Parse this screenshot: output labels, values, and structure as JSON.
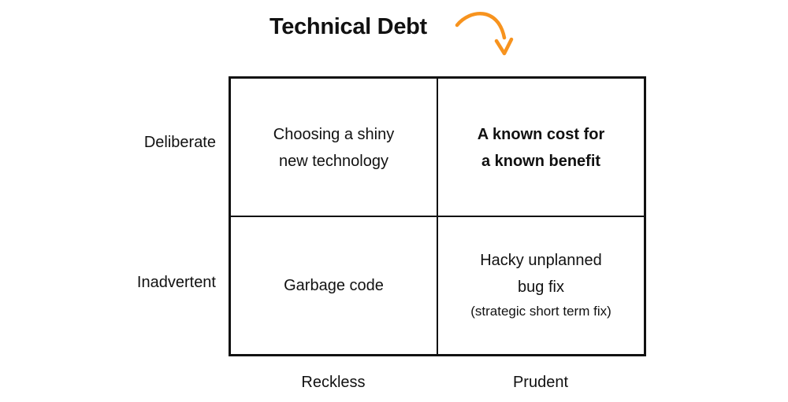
{
  "title": "Technical Debt",
  "accent_color": "#F7931E",
  "icons": {
    "arrow": "curved-arrow-down-icon"
  },
  "rows": [
    "Deliberate",
    "Inadvertent"
  ],
  "columns": [
    "Reckless",
    "Prudent"
  ],
  "quadrants": {
    "deliberate_reckless": {
      "lines": [
        "Choosing a shiny",
        "new technology"
      ]
    },
    "deliberate_prudent": {
      "lines": [
        "A known cost for",
        "a known benefit"
      ],
      "emphasis": "bold"
    },
    "inadvertent_reckless": {
      "lines": [
        "Garbage code"
      ]
    },
    "inadvertent_prudent": {
      "lines": [
        "Hacky unplanned",
        "bug fix"
      ],
      "note": "(strategic short term fix)"
    }
  }
}
